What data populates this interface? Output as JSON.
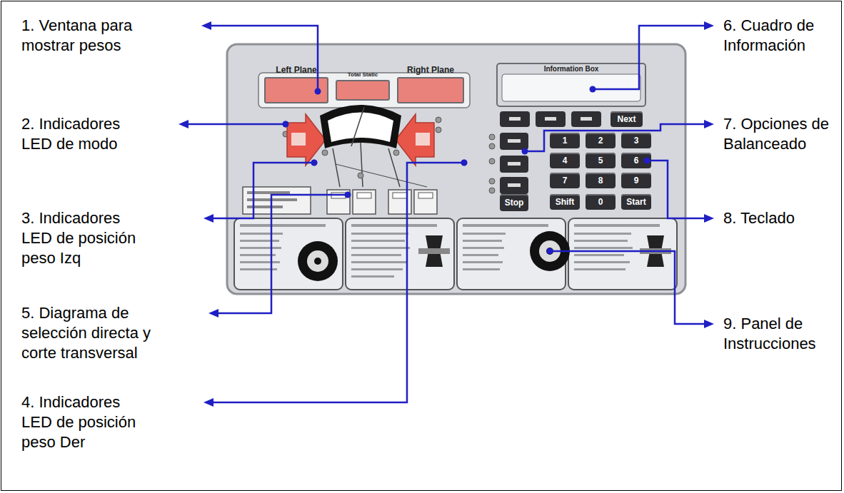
{
  "diagram": {
    "nodes": [
      {
        "text": [
          "Left Plane"
        ]
      },
      {
        "text": [
          "Total Static"
        ]
      },
      {
        "text": [
          "Right Plane"
        ]
      },
      {
        "text": [
          "Information Box"
        ]
      },
      {
        "text": [
          "Next"
        ]
      },
      {
        "text": [
          "1"
        ]
      },
      {
        "text": [
          "2"
        ]
      },
      {
        "text": [
          "3"
        ]
      },
      {
        "text": [
          "4"
        ]
      },
      {
        "text": [
          "5"
        ]
      },
      {
        "text": [
          "6"
        ]
      },
      {
        "text": [
          "7"
        ]
      },
      {
        "text": [
          "8"
        ]
      },
      {
        "text": [
          "9"
        ]
      },
      {
        "text": [
          "Shift"
        ]
      },
      {
        "text": [
          "0"
        ]
      },
      {
        "text": [
          "Start"
        ]
      },
      {
        "text": [
          "Stop"
        ]
      }
    ],
    "labels": [
      "1. Ventana para mostrar pesos",
      "2. Indicadores LED de modo",
      "3. Indicadores LED de posición peso Izq",
      "5. Diagrama de selección directa y corte transversal",
      "4. Indicadores LED de posición peso Der",
      "6. Cuadro de Información",
      "7. Opciones de Balanceado",
      "8. Teclado",
      "9. Panel de Instrucciones"
    ]
  }
}
